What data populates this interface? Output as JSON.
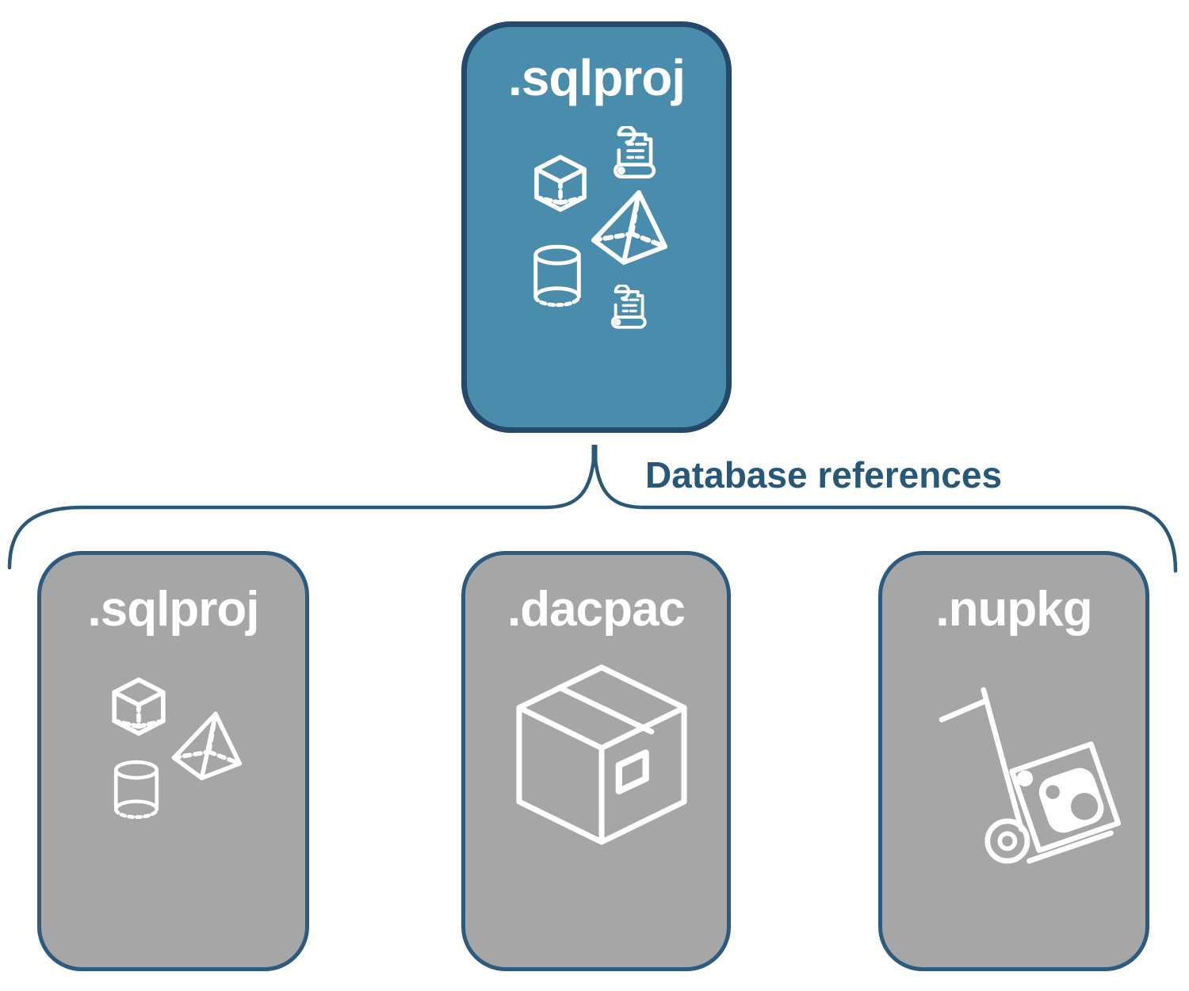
{
  "diagram": {
    "background": "#FFFFFF",
    "root": {
      "label": ".sqlproj",
      "fill": "#4A8CAB",
      "border": "#24496B",
      "text_color": "#FFFFFF",
      "icons": [
        "cube-icon",
        "scroll-icon",
        "pyramid-icon",
        "cylinder-icon",
        "scroll-icon"
      ]
    },
    "connector": {
      "label": "Database references",
      "line_color": "#2A5878",
      "text_color": "#275878",
      "shape": "upward-curly-brace"
    },
    "children": [
      {
        "label": ".sqlproj",
        "icons": [
          "cube-icon",
          "pyramid-icon",
          "cylinder-icon"
        ]
      },
      {
        "label": ".dacpac",
        "icons": [
          "package-box-icon"
        ]
      },
      {
        "label": ".nupkg",
        "icons": [
          "nuget-handtruck-icon"
        ]
      }
    ],
    "child_style": {
      "fill": "#A6A6A6",
      "border": "#2D5B7F",
      "text_color": "#FFFFFF",
      "icon_color": "#FFFFFF"
    }
  }
}
